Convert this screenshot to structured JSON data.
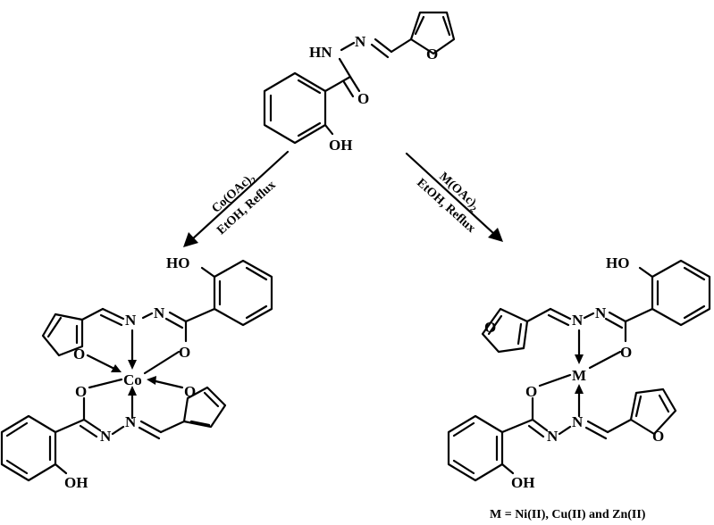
{
  "atoms": {
    "hn": "HN",
    "n": "N",
    "o": "O",
    "oh": "OH",
    "ho": "HO",
    "co": "Co",
    "m": "M"
  },
  "conditions": {
    "left_line1": "Co(OAc)",
    "left_line1_sub": "2",
    "left_line2": "EtOH, Reflux",
    "right_line1": "M(OAc)",
    "right_line1_sub": "2",
    "right_line2": "EtOH, Reflux"
  },
  "footnote": "M = Ni(II), Cu(II) and Zn(II)"
}
